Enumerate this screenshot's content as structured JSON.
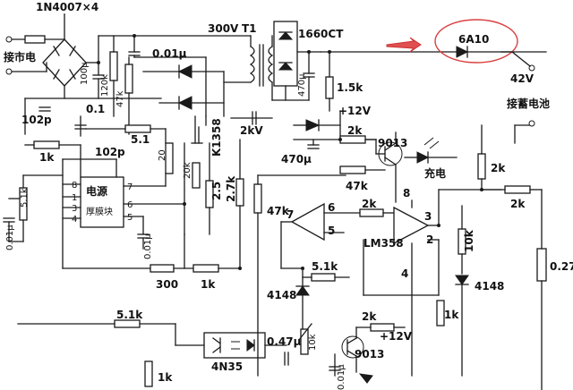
{
  "labels": {
    "bridge": "1N4007×4",
    "mains_in": "接市电",
    "v300": "300V",
    "t1": "T1",
    "opt1660": "1660CT",
    "c001_top": "0.01μ",
    "c100u": "100μ",
    "r120k": "120k",
    "r47k_a": "47k",
    "c01": "0.1",
    "c102p_a": "102p",
    "c102p_b": "102p",
    "r51": "5.1",
    "k1358": "K1358",
    "c2kv": "2kV",
    "c470u_a": "470μ",
    "c470u_b": "470μ",
    "r15k": "1.5k",
    "v12_top": "+12V",
    "r2k_a": "2k",
    "q9013_a": "9013",
    "charge": "充电",
    "r47k_b": "47k",
    "r1k_a": "1k",
    "power_mod": "电源",
    "thick_film": "厚膜块",
    "c001_left": "0.01μ",
    "r51k_a": "5.1k",
    "c001_mid": "0.01μ",
    "r20": "20",
    "r20k": "20k",
    "r25": "2.5",
    "r27k": "2.7k",
    "r47k_c": "47k",
    "r2k_b": "2k",
    "lm358": "LM358",
    "pin8": "8",
    "pin7": "7",
    "pin6": "6",
    "pin5": "5",
    "pin3": "3",
    "pin2": "2",
    "pin4": "4",
    "r10k_a": "10k",
    "d4148_a": "4148",
    "r1k_b": "1k",
    "r2k_c": "2k",
    "r2k_d": "2k",
    "r027": "0.27",
    "r300": "300",
    "r1k_c": "1k",
    "r51k_b": "5.1k",
    "d4148_b": "4148",
    "r51k_c": "5.1k",
    "n4n35": "4N35",
    "c047u": "0.47μ",
    "r10k_b": "10k",
    "r2k_e": "2k",
    "v12_bot": "+12V",
    "q9013_b": "9013",
    "c001_bot": "0.01μ",
    "r1k_d": "1k",
    "d6a10": "6A10",
    "v42": "42V",
    "battery": "接蓄电池",
    "ic_p7": "7",
    "ic_p8": "8",
    "ic_p1": "1",
    "ic_p3": "3",
    "ic_p4": "4",
    "ic_p5": "5",
    "ic_p6": "6"
  }
}
